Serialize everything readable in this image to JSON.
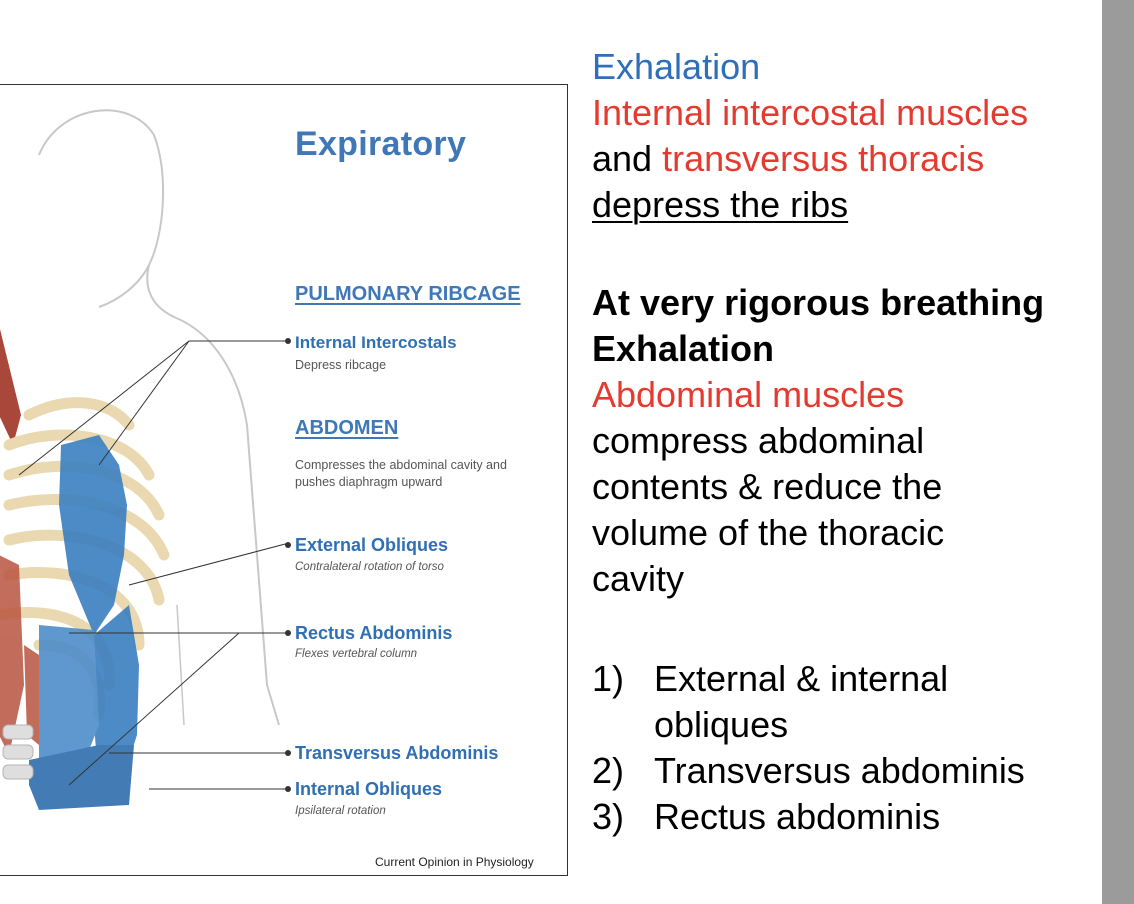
{
  "figure": {
    "title": "Expiratory",
    "sections": {
      "pulmonary": "PULMONARY RIBCAGE",
      "abdomen": "ABDOMEN",
      "abdomen_desc": "Compresses the abdominal cavity and pushes diaphragm upward"
    },
    "labels": {
      "internal_intercostals": "Internal Intercostals",
      "internal_intercostals_desc": "Depress ribcage",
      "external_obliques": "External Obliques",
      "external_obliques_desc": "Contralateral rotation of torso",
      "rectus_abdominis": "Rectus Abdominis",
      "rectus_abdominis_desc": "Flexes vertebral column",
      "transversus_abdominis": "Transversus Abdominis",
      "internal_obliques": "Internal Obliques",
      "internal_obliques_desc": "Ipsilateral rotation"
    },
    "credit": "Current Opinion in Physiology"
  },
  "text": {
    "exhalation": "Exhalation",
    "internal_intercostal": "Internal intercostal muscles",
    "and": "and ",
    "transversus_thoracis": "transversus thoracis",
    "depress": "depress the ribs",
    "rigorous": "At very rigorous breathing",
    "exhalation_bold": "Exhalation",
    "abdominal": "Abdominal muscles",
    "compress_lines": [
      "compress abdominal",
      "contents & reduce the",
      "volume of the thoracic",
      "cavity"
    ],
    "list": [
      {
        "num": "1)",
        "lines": [
          "External & internal",
          "obliques"
        ]
      },
      {
        "num": "2)",
        "lines": [
          "Transversus abdominis"
        ]
      },
      {
        "num": "3)",
        "lines": [
          "Rectus abdominis"
        ]
      }
    ]
  },
  "colors": {
    "heading_blue": "#2d6fba",
    "highlight_red": "#e43a30",
    "figure_blue": "#3f77b7",
    "scrollbar": "#9b9b9b"
  }
}
